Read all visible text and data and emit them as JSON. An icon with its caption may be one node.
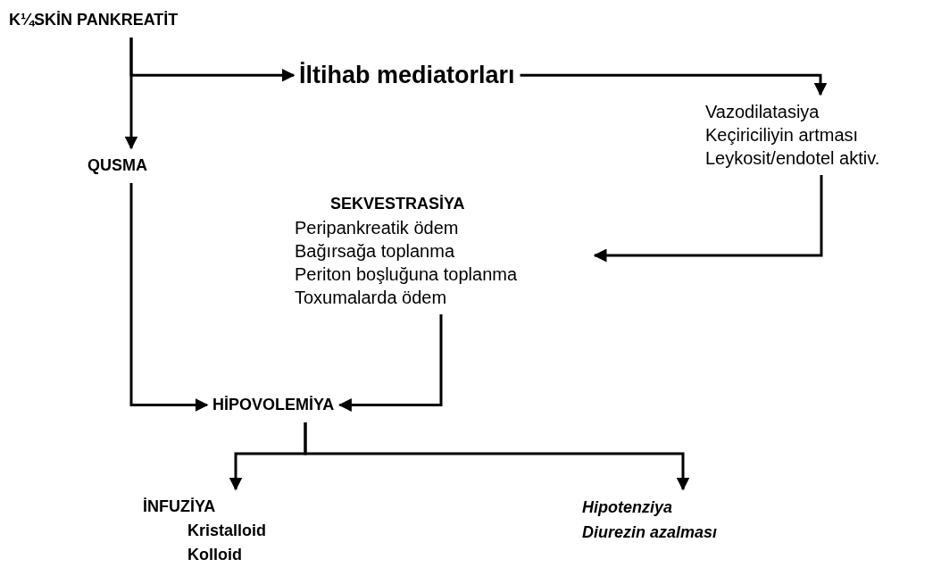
{
  "diagram": {
    "nodes": [
      {
        "text": [
          "K¼SKİN PANKREATİT"
        ]
      },
      {
        "text": [
          "İltihab mediatorları"
        ]
      },
      {
        "text": [
          "QUSMA"
        ]
      },
      {
        "text": [
          "Vazodilatasiya",
          "Keçiriciliyin artması",
          "Leykosit/endotel aktiv."
        ]
      },
      {
        "text": [
          "SEKVESTRASİYA",
          "Peripankreatik ödem",
          "Bağırsağa toplanma",
          "Periton boşluğuna toplanma",
          "Toxumalarda ödem"
        ]
      },
      {
        "text": [
          "HİPOVOLEMİYA"
        ]
      },
      {
        "text": [
          "İNFUZİYA",
          "Kristalloid",
          "Kolloid"
        ]
      },
      {
        "text": [
          "Hipotenziya",
          "Diurezin azalması"
        ]
      }
    ],
    "edges": [
      {
        "from": 0,
        "to": 2,
        "arrow": "to"
      },
      {
        "from": 0,
        "to": 1,
        "arrow": "to"
      },
      {
        "from": 1,
        "to": 3,
        "arrow": "to"
      },
      {
        "from": 3,
        "to": 4,
        "arrow": "to"
      },
      {
        "from": 4,
        "to": 5,
        "arrow": "to"
      },
      {
        "from": 2,
        "to": 5,
        "arrow": "to"
      },
      {
        "from": 5,
        "to": 6,
        "arrow": "to"
      },
      {
        "from": 5,
        "to": 7,
        "arrow": "to"
      }
    ]
  }
}
